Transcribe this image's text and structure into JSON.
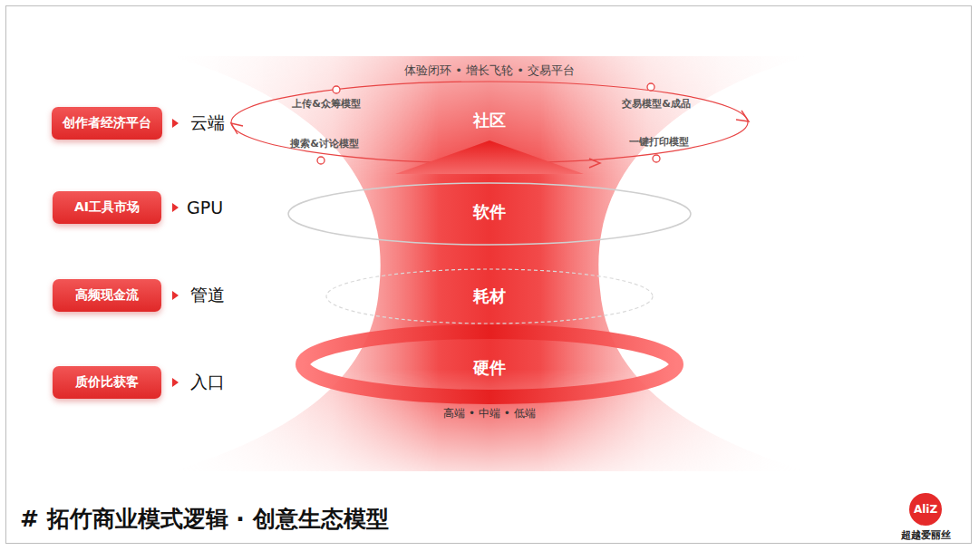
{
  "diagram": {
    "title": "# 拓竹商业模式逻辑 · 创意生态模型",
    "nodes": [
      {
        "text": [
          "创作者经济平台"
        ]
      },
      {
        "text": [
          "AI工具市场"
        ]
      },
      {
        "text": [
          "高频现金流"
        ]
      },
      {
        "text": [
          "质价比获客"
        ]
      },
      {
        "text": [
          "社区"
        ]
      },
      {
        "text": [
          "软件"
        ]
      },
      {
        "text": [
          "耗材"
        ]
      },
      {
        "text": [
          "硬件"
        ]
      }
    ],
    "labels": [
      "云端",
      "GPU",
      "管道",
      "入口",
      "体验闭环 • 增长飞轮 • 交易平台",
      "上传&众筹模型",
      "交易模型&成品",
      "搜索&讨论模型",
      "一键打印模型",
      "高端 • 中端 • 低端",
      "AliZ",
      "超越爱丽丝"
    ]
  }
}
